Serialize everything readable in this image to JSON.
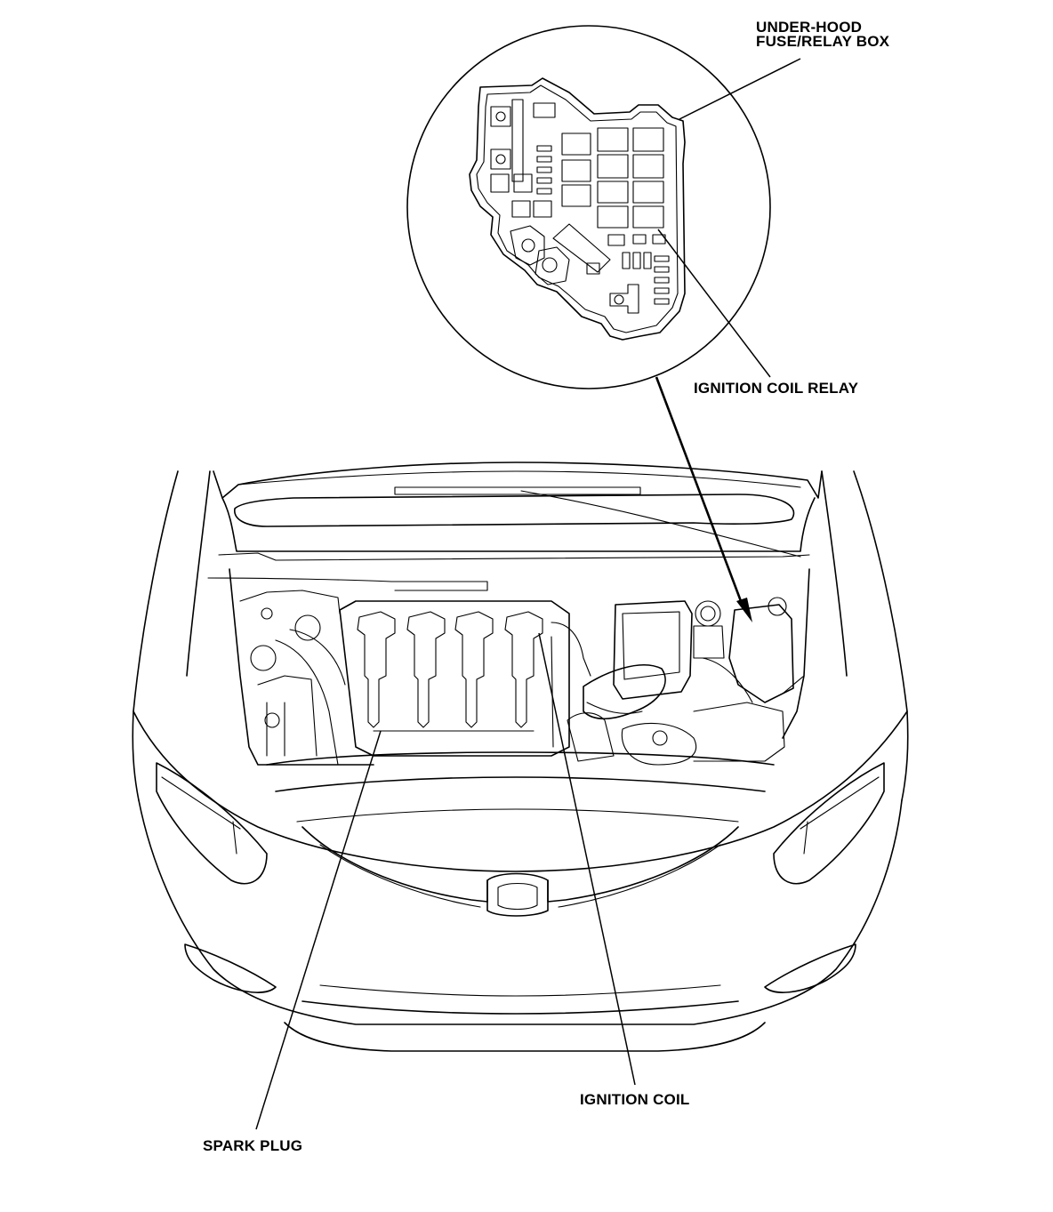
{
  "labels": {
    "fuse_box_line1": "UNDER-HOOD",
    "fuse_box_line2": "FUSE/RELAY BOX",
    "ignition_coil_relay": "IGNITION COIL RELAY",
    "ignition_coil": "IGNITION COIL",
    "spark_plug": "SPARK PLUG"
  },
  "components": {
    "zoom_callout": "zoom-circle",
    "fuse_box": "under-hood-fuse-relay-box",
    "engine_bay": "engine-bay",
    "coils": [
      "coil-1",
      "coil-2",
      "coil-3",
      "coil-4"
    ]
  }
}
